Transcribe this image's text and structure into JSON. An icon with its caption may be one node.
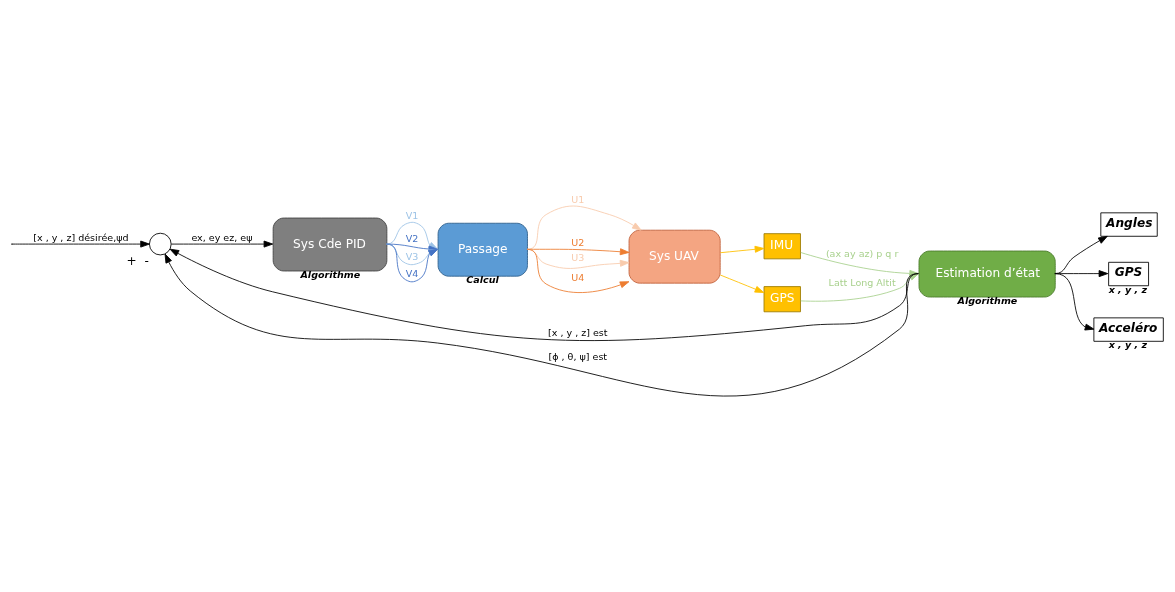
{
  "diagram": {
    "nodes": [
      {
        "text": [],
        "shape": "circle",
        "beside": [
          "+",
          "-"
        ]
      },
      {
        "text": [
          "Sys Cde PID"
        ],
        "beside": [
          "Algorithme"
        ]
      },
      {
        "text": [
          "Passage"
        ],
        "beside": [
          "Calcul"
        ]
      },
      {
        "text": [
          "Sys UAV"
        ]
      },
      {
        "text": [
          "IMU"
        ]
      },
      {
        "text": [
          "GPS"
        ]
      },
      {
        "text": [
          "Estimation d’état"
        ],
        "beside": [
          "Algorithme"
        ]
      },
      {
        "text": [
          "Angles"
        ]
      },
      {
        "text": [
          "GPS"
        ],
        "beside": [
          "x , y , z"
        ]
      },
      {
        "text": [
          "Acceléro"
        ],
        "beside": [
          "x , y , z"
        ]
      }
    ],
    "edges": [
      {
        "from": null,
        "to": 0,
        "arrow": "to",
        "label": "[x , y , z] désirée,ψd"
      },
      {
        "from": 0,
        "to": 1,
        "arrow": "to",
        "label": "ex, ey ez, eψ"
      },
      {
        "from": 1,
        "to": 2,
        "arrow": "to",
        "label": "V1",
        "color": "#9dc3e6"
      },
      {
        "from": 1,
        "to": 2,
        "arrow": "to",
        "label": "V2",
        "color": "#4472c4"
      },
      {
        "from": 1,
        "to": 2,
        "arrow": "to",
        "label": "V3",
        "color": "#9dc3e6"
      },
      {
        "from": 1,
        "to": 2,
        "arrow": "to",
        "label": "V4",
        "color": "#4472c4"
      },
      {
        "from": 2,
        "to": 3,
        "arrow": "to",
        "label": "U1",
        "color": "#f8cbad"
      },
      {
        "from": 2,
        "to": 3,
        "arrow": "to",
        "label": "U2",
        "color": "#ed7d31"
      },
      {
        "from": 2,
        "to": 3,
        "arrow": "to",
        "label": "U3",
        "color": "#f8cbad"
      },
      {
        "from": 2,
        "to": 3,
        "arrow": "to",
        "label": "U4",
        "color": "#ed7d31"
      },
      {
        "from": 3,
        "to": 4,
        "arrow": "to",
        "color": "#ffc000"
      },
      {
        "from": 3,
        "to": 5,
        "arrow": "to",
        "color": "#ffc000"
      },
      {
        "from": 4,
        "to": 6,
        "arrow": "to",
        "label": "(ax ay az) p q r",
        "color": "#a9d18e"
      },
      {
        "from": 5,
        "to": 6,
        "arrow": "to",
        "label": "Latt Long Altit",
        "color": "#a9d18e"
      },
      {
        "from": 6,
        "to": 0,
        "arrow": "to",
        "label": "[x , y , z] est"
      },
      {
        "from": 6,
        "to": 0,
        "arrow": "to",
        "label": "[ϕ , θ, ψ] est"
      },
      {
        "from": 6,
        "to": 7,
        "arrow": "to"
      },
      {
        "from": 6,
        "to": 8,
        "arrow": "to"
      },
      {
        "from": 6,
        "to": 9,
        "arrow": "to"
      }
    ]
  }
}
